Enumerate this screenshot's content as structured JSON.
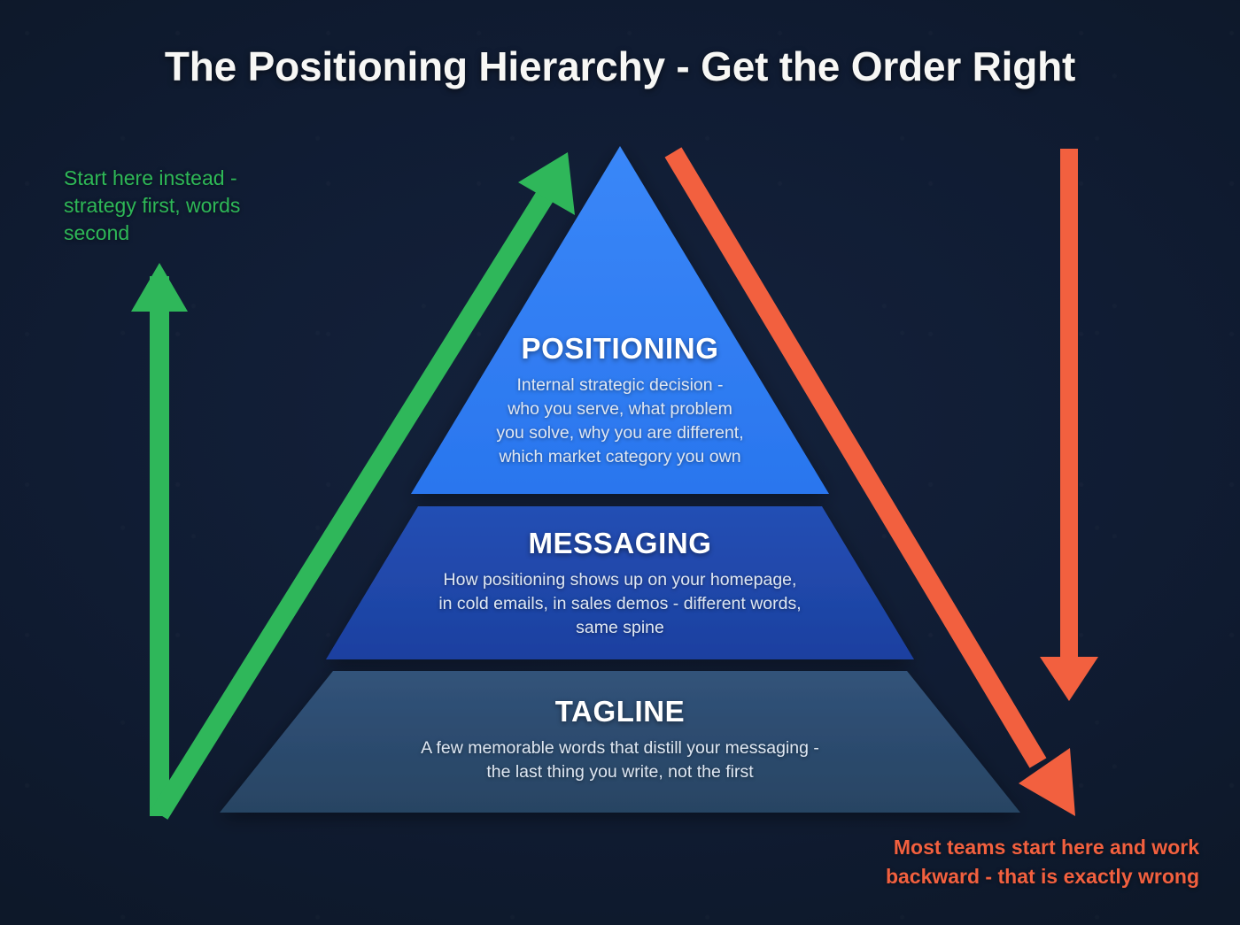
{
  "title": "The Positioning Hierarchy - Get the Order Right",
  "colors": {
    "background": "#101c33",
    "title_text": "#f7f7f5",
    "green_accent": "#2eb857",
    "green_arrow": "#2fb75a",
    "red_accent": "#f2603f",
    "red_arrow": "#f2603f",
    "tier_positioning": "#2f7ef5",
    "tier_messaging": "#1f47a8",
    "tier_tagline": "#2d4a6b",
    "tier_title_text": "#ffffff",
    "tier_desc_text": "#dfe7f2"
  },
  "chart_data": {
    "type": "pyramid",
    "title": "The Positioning Hierarchy - Get the Order Right",
    "orientation": "apex-top",
    "tiers": [
      {
        "rank": 1,
        "name": "POSITIONING",
        "description": "Internal strategic decision - who you serve, what problem you solve, why you are different, which market category you own",
        "color": "#2f7ef5",
        "level": "top"
      },
      {
        "rank": 2,
        "name": "MESSAGING",
        "description": "How positioning shows up on your homepage, in cold emails, in sales demos - different words, same spine",
        "color": "#1f47a8",
        "level": "middle"
      },
      {
        "rank": 3,
        "name": "TAGLINE",
        "description": "A few memorable words that distill your messaging - the last thing you write, not the first",
        "color": "#2d4a6b",
        "level": "bottom"
      }
    ],
    "annotations": [
      {
        "id": "correct-flow",
        "text": "Start here instead - strategy first, words second",
        "color": "#2eb857",
        "direction": "upward",
        "side": "left",
        "meaning": "recommended order: bottom-up from positioning to tagline"
      },
      {
        "id": "wrong-flow",
        "text": "Most teams start here and work backward - that is exactly wrong",
        "color": "#f2603f",
        "direction": "downward",
        "side": "right",
        "meaning": "common mistake: top-down from tagline backward"
      }
    ]
  },
  "pyramid": {
    "tiers": [
      {
        "name": "POSITIONING",
        "description_lines": [
          "Internal strategic decision -",
          "who you serve, what problem",
          "you solve, why you are different,",
          "which market category you own"
        ]
      },
      {
        "name": "MESSAGING",
        "description_lines": [
          "How positioning shows up on your homepage,",
          "in cold emails, in sales demos - different words,",
          "same spine"
        ]
      },
      {
        "name": "TAGLINE",
        "description_lines": [
          "A few memorable words that distill your messaging -",
          "the last thing you write, not the first"
        ]
      }
    ]
  },
  "annotations": {
    "green": {
      "line1": "Start here instead -",
      "line2": "strategy first, words",
      "line3": "second"
    },
    "red": {
      "line1": "Most teams start here and work",
      "line2": "backward - that is exactly wrong"
    }
  }
}
